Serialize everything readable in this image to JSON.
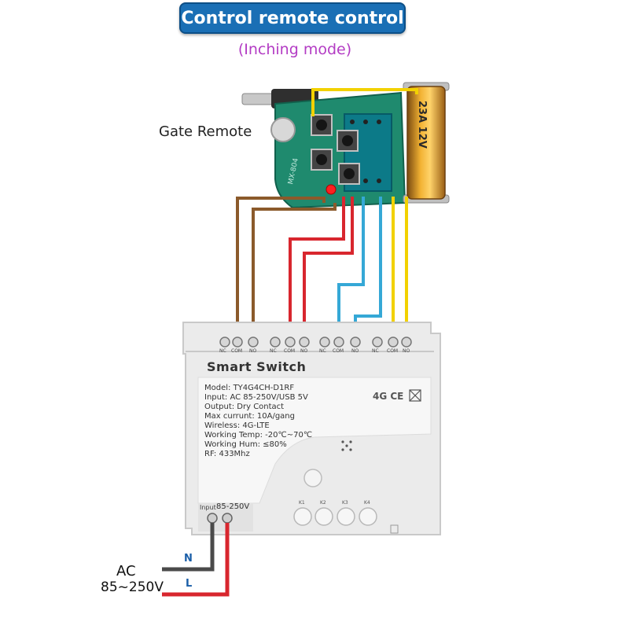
{
  "header": {
    "title": "Control remote control",
    "subtitle": "(Inching mode)"
  },
  "remote": {
    "label": "Gate Remote",
    "board_text": "MX-804",
    "battery_text": "23A 12V"
  },
  "device": {
    "title": "Smart Switch",
    "specs": [
      "Model: TY4G4CH-D1RF",
      "Input: AC 85-250V/USB 5V",
      "Output: Dry Contact",
      "Max currunt: 10A/gang",
      "Wireless: 4G-LTE",
      "Working Temp: -20℃~70℃",
      "Working Hum: ≤80%",
      "RF: 433Mhz"
    ],
    "cert_marks": "4G CE",
    "terminal_labels": [
      "NC",
      "COM",
      "NO",
      "NC",
      "COM",
      "NO",
      "NC",
      "COM",
      "NO",
      "NC",
      "COM",
      "NO"
    ],
    "keys": [
      "K1",
      "K2",
      "K3",
      "K4"
    ],
    "input_label": "Input",
    "input_range": "85-250V"
  },
  "power": {
    "ac_label": "AC",
    "voltage_label": "85~250V",
    "neutral": "N",
    "live": "L"
  },
  "colors": {
    "banner": "#1a6fb5",
    "subtitle": "#b33cc4",
    "wire_brown": "#8b5a2b",
    "wire_red": "#d8262e",
    "wire_blue": "#35a8d6",
    "wire_yellow": "#f2d100",
    "wire_neutral": "#4a4a4a",
    "wire_live": "#d8262e"
  }
}
